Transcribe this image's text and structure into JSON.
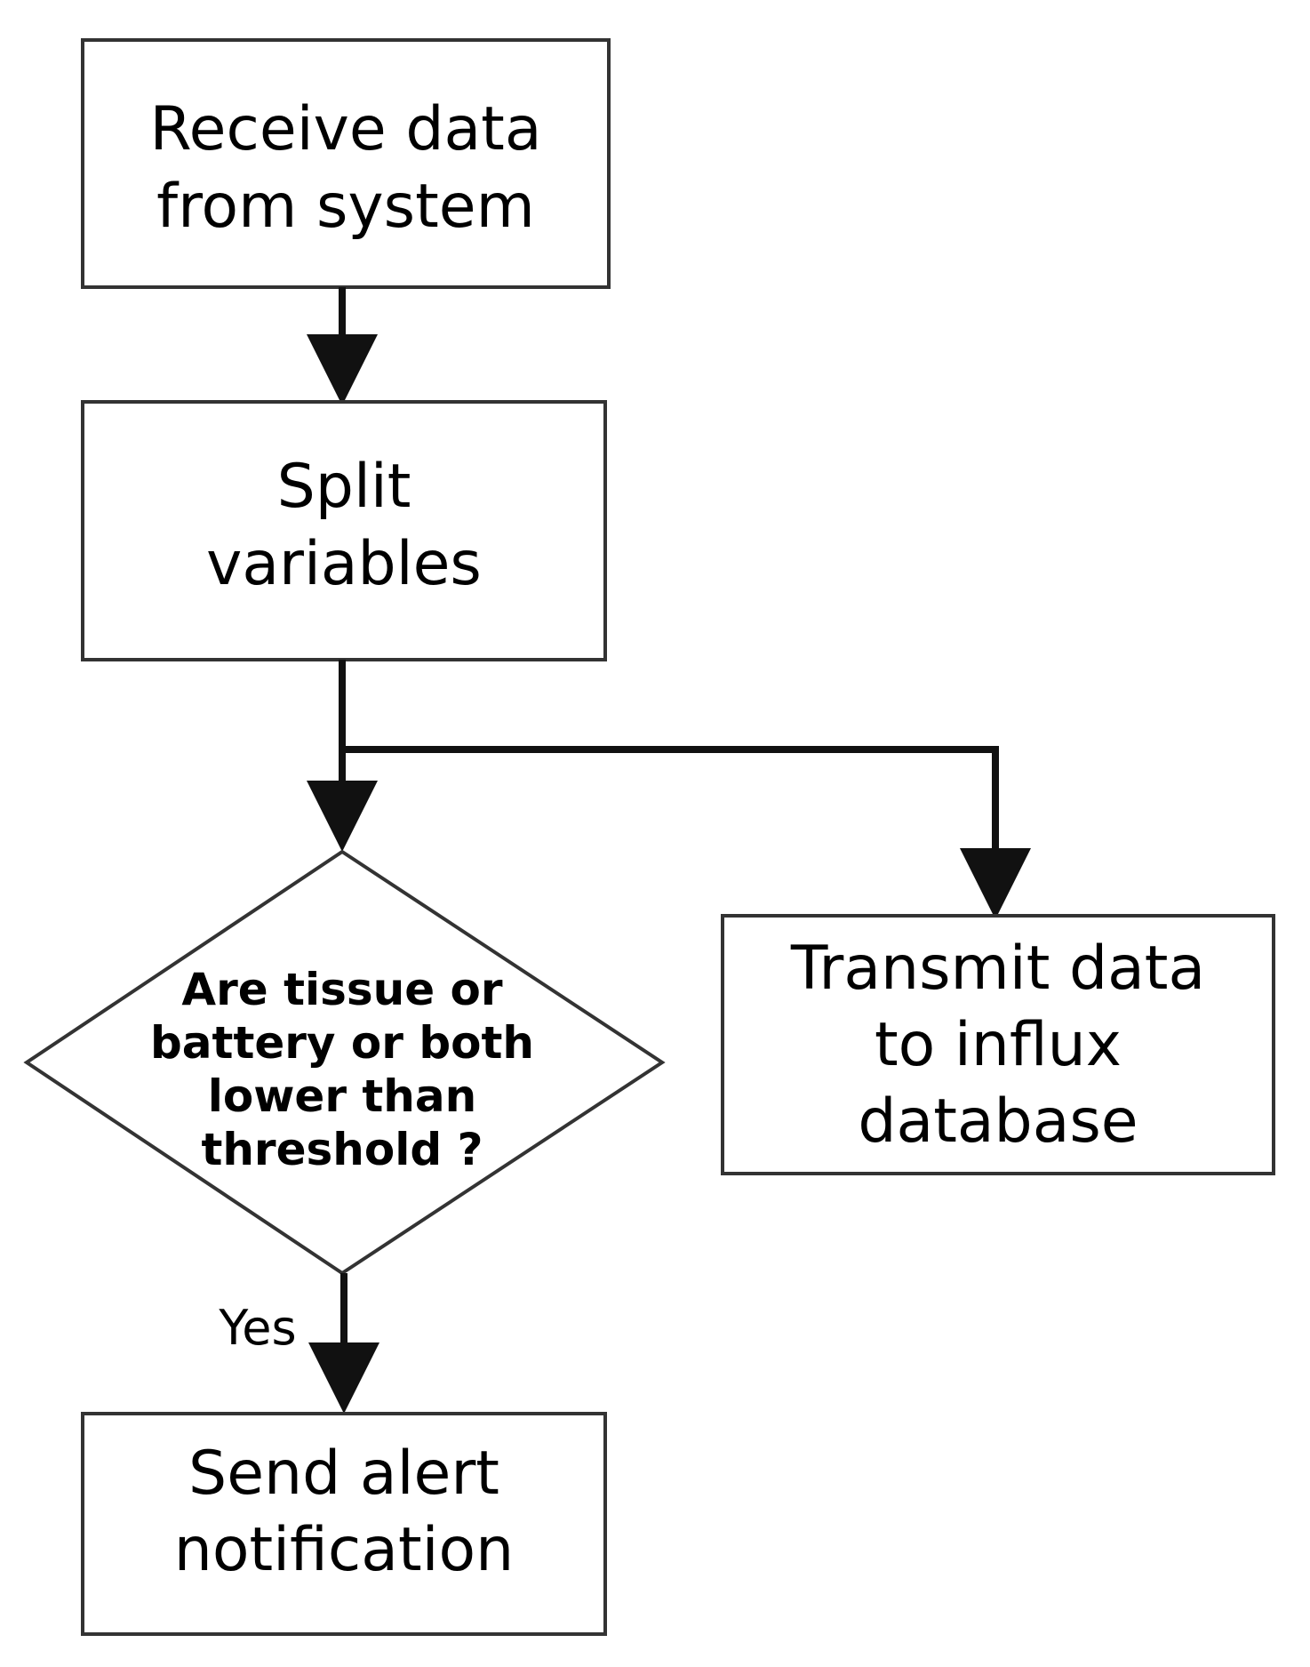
{
  "colors": {
    "stroke": "#333333",
    "line": "#111111",
    "text": "#000000",
    "background": "#ffffff"
  },
  "nodes": {
    "receive": {
      "lines": [
        "Receive data",
        "from system"
      ]
    },
    "split": {
      "lines": [
        "Split",
        "variables"
      ]
    },
    "decision": {
      "lines": [
        "Are tissue or",
        "battery or both",
        "lower than",
        "threshold ?"
      ]
    },
    "transmit": {
      "lines": [
        "Transmit data",
        "to influx",
        "database"
      ]
    },
    "alert": {
      "lines": [
        "Send alert",
        "notification"
      ]
    }
  },
  "edges": {
    "yes_label": "Yes"
  }
}
